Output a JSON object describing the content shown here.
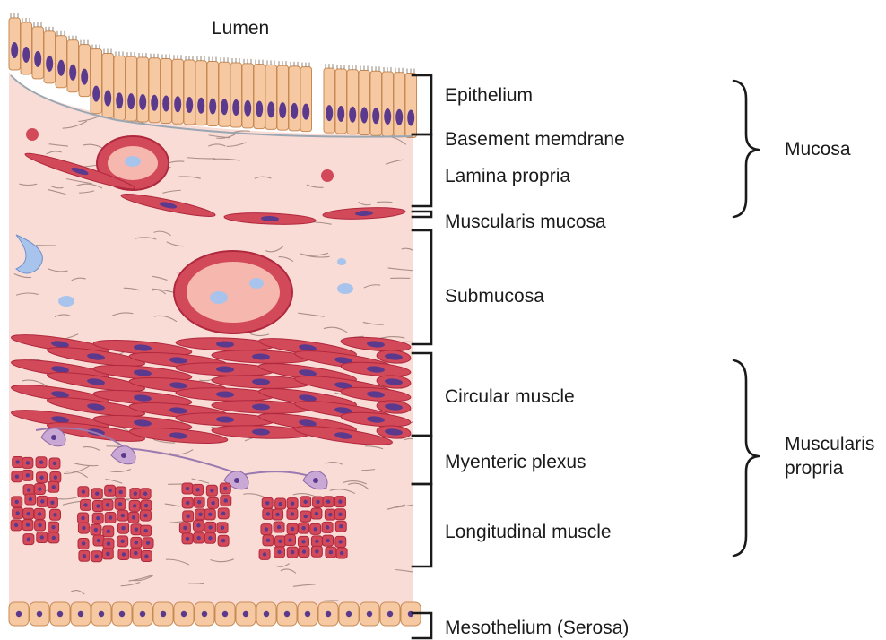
{
  "lumen_label": "Lumen",
  "layers": {
    "epithelium": "Epithelium",
    "basement_membrane": "Basement memdrane",
    "lamina_propria": "Lamina propria",
    "muscularis_mucosa": "Muscularis mucosa",
    "submucosa": "Submucosa",
    "circular_muscle": "Circular muscle",
    "myenteric_plexus": "Myenteric plexus",
    "longitudinal_muscle": "Longitudinal muscle",
    "mesothelium": "Mesothelium (Serosa)"
  },
  "groups": {
    "mucosa": "Mucosa",
    "muscularis_propria_line1": "Muscularis",
    "muscularis_propria_line2": "propria"
  },
  "colors": {
    "tissue": "#f9dcd5",
    "fiber": "#a98f88",
    "epithelial_cell": "#f6c9a2",
    "epithelial_outline": "#c88a55",
    "nucleus": "#5b3a8e",
    "muscle_cell": "#d24a5a",
    "muscle_outline": "#b0283d",
    "vessel_lumen": "#f6b7ae",
    "lymph_vessel": "#a9c4ec",
    "neuron": "#c9a8d6"
  }
}
